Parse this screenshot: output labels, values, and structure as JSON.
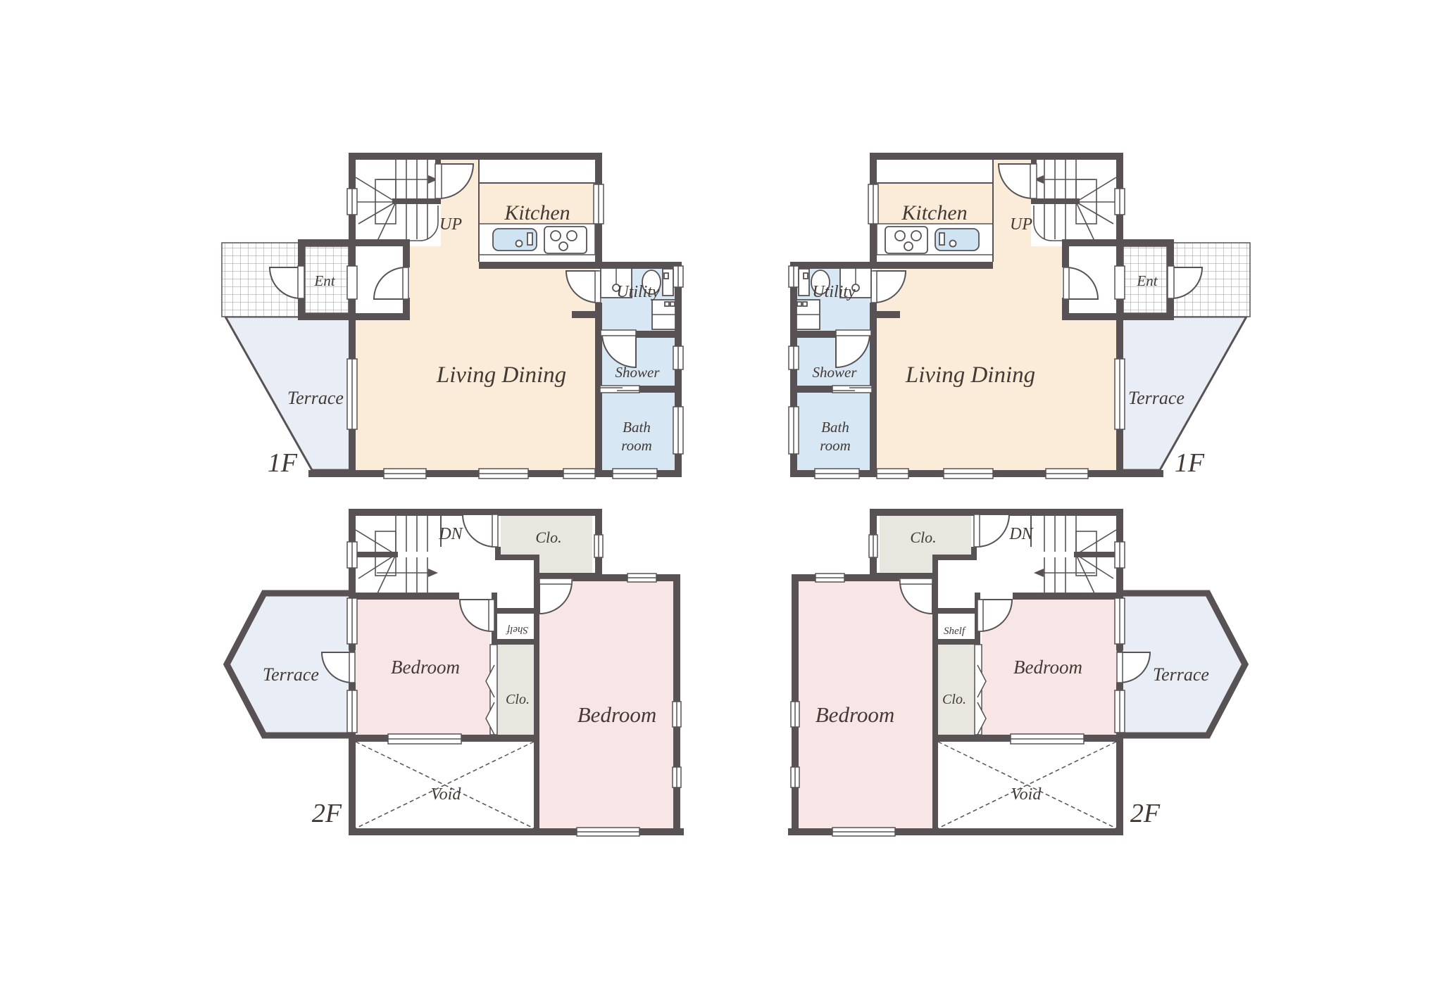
{
  "colors": {
    "wall": "#585254",
    "living": "#faecd9",
    "water": "#d7e7f4",
    "bedroom": "#f8e5e5",
    "closet": "#e7e7df",
    "terrace": "#e8edf6",
    "sink": "#cfe3f2",
    "text": "#443a34",
    "tile": "#9a9a9a"
  },
  "plans": {
    "left_1f": {
      "kitchen": "Kitchen",
      "stairs": "UP",
      "entrance": "Ent",
      "utility": "Utility",
      "shower": "Shower",
      "bathroom_line1": "Bath",
      "bathroom_line2": "room",
      "living_dining": "Living Dining",
      "terrace": "Terrace",
      "floor_label": "1F"
    },
    "right_1f": {
      "kitchen": "Kitchen",
      "stairs": "UP",
      "entrance": "Ent",
      "utility": "Utility",
      "shower": "Shower",
      "bathroom_line1": "Bath",
      "bathroom_line2": "room",
      "living_dining": "Living Dining",
      "terrace": "Terrace",
      "floor_label": "1F"
    },
    "left_2f": {
      "stairs": "DN",
      "closet_top": "Clo.",
      "shelf": "Shelf",
      "closet_mid": "Clo.",
      "bedroom_small": "Bedroom",
      "bedroom_large": "Bedroom",
      "void": "Void",
      "terrace": "Terrace",
      "floor_label": "2F"
    },
    "right_2f": {
      "stairs": "DN",
      "closet_top": "Clo.",
      "shelf": "Shelf",
      "closet_mid": "Clo.",
      "bedroom_small": "Bedroom",
      "bedroom_large": "Bedroom",
      "void": "Void",
      "terrace": "Terrace",
      "floor_label": "2F"
    }
  }
}
